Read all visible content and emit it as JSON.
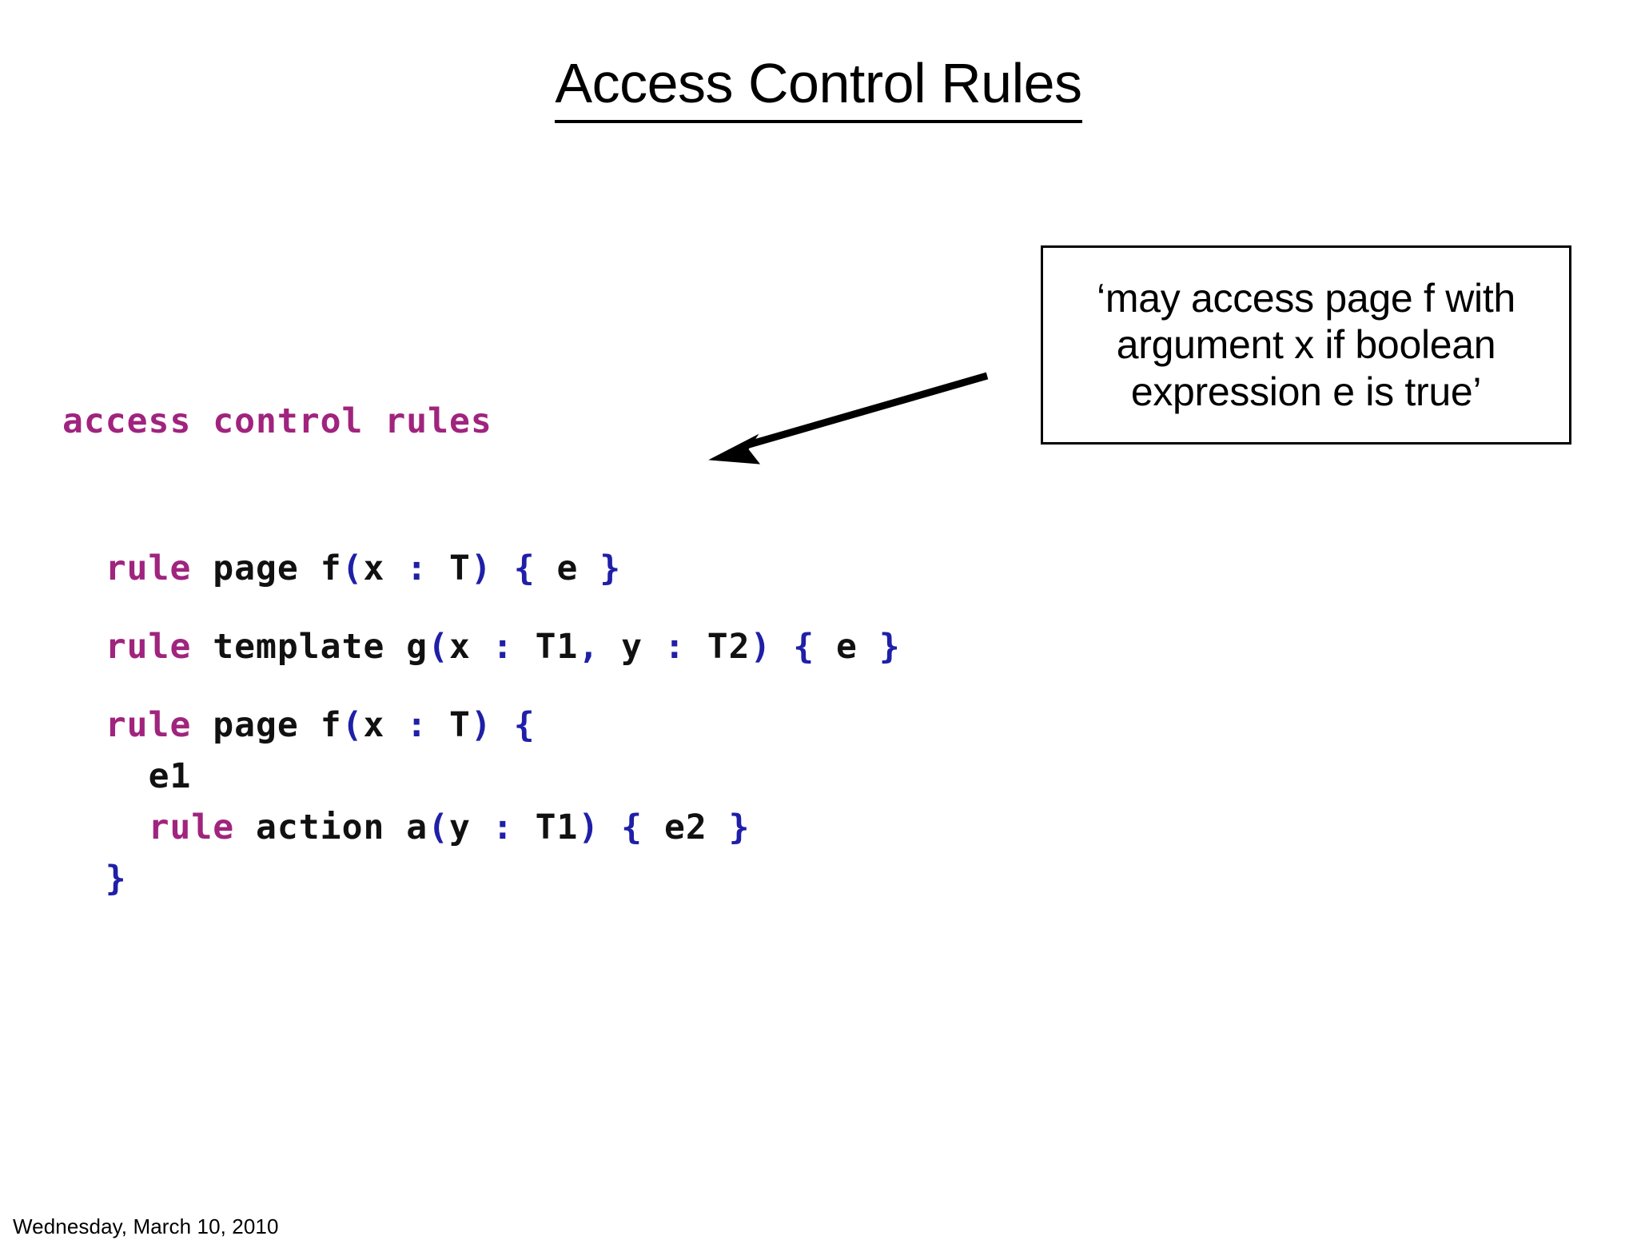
{
  "slide": {
    "title": "Access Control Rules",
    "footer_date": "Wednesday, March 10, 2010"
  },
  "code": {
    "header": "access control rules",
    "lines": [
      {
        "id": "rule-page-simple",
        "indent": 1,
        "tokens": [
          {
            "text": "rule",
            "kind": "keyword"
          },
          {
            "text": " ",
            "kind": "plain"
          },
          {
            "text": "page",
            "kind": "identifier"
          },
          {
            "text": " ",
            "kind": "plain"
          },
          {
            "text": "f",
            "kind": "identifier"
          },
          {
            "text": "(",
            "kind": "punct"
          },
          {
            "text": "x",
            "kind": "identifier"
          },
          {
            "text": " ",
            "kind": "plain"
          },
          {
            "text": ":",
            "kind": "punct"
          },
          {
            "text": " ",
            "kind": "plain"
          },
          {
            "text": "T",
            "kind": "identifier"
          },
          {
            "text": ")",
            "kind": "punct"
          },
          {
            "text": " ",
            "kind": "plain"
          },
          {
            "text": "{",
            "kind": "punct"
          },
          {
            "text": " ",
            "kind": "plain"
          },
          {
            "text": "e",
            "kind": "identifier"
          },
          {
            "text": " ",
            "kind": "plain"
          },
          {
            "text": "}",
            "kind": "punct"
          }
        ],
        "plain": "rule page f(x : T) { e }"
      },
      {
        "id": "rule-template",
        "indent": 1,
        "tokens": [
          {
            "text": "rule",
            "kind": "keyword"
          },
          {
            "text": " ",
            "kind": "plain"
          },
          {
            "text": "template",
            "kind": "identifier"
          },
          {
            "text": " ",
            "kind": "plain"
          },
          {
            "text": "g",
            "kind": "identifier"
          },
          {
            "text": "(",
            "kind": "punct"
          },
          {
            "text": "x",
            "kind": "identifier"
          },
          {
            "text": " ",
            "kind": "plain"
          },
          {
            "text": ":",
            "kind": "punct"
          },
          {
            "text": " ",
            "kind": "plain"
          },
          {
            "text": "T1",
            "kind": "identifier"
          },
          {
            "text": ",",
            "kind": "punct"
          },
          {
            "text": " ",
            "kind": "plain"
          },
          {
            "text": "y",
            "kind": "identifier"
          },
          {
            "text": " ",
            "kind": "plain"
          },
          {
            "text": ":",
            "kind": "punct"
          },
          {
            "text": " ",
            "kind": "plain"
          },
          {
            "text": "T2",
            "kind": "identifier"
          },
          {
            "text": ")",
            "kind": "punct"
          },
          {
            "text": " ",
            "kind": "plain"
          },
          {
            "text": "{",
            "kind": "punct"
          },
          {
            "text": " ",
            "kind": "plain"
          },
          {
            "text": "e",
            "kind": "identifier"
          },
          {
            "text": " ",
            "kind": "plain"
          },
          {
            "text": "}",
            "kind": "punct"
          }
        ],
        "plain": "rule template g(x : T1, y : T2) { e }"
      },
      {
        "id": "rule-page-nested-open",
        "indent": 1,
        "tokens": [
          {
            "text": "rule",
            "kind": "keyword"
          },
          {
            "text": " ",
            "kind": "plain"
          },
          {
            "text": "page",
            "kind": "identifier"
          },
          {
            "text": " ",
            "kind": "plain"
          },
          {
            "text": "f",
            "kind": "identifier"
          },
          {
            "text": "(",
            "kind": "punct"
          },
          {
            "text": "x",
            "kind": "identifier"
          },
          {
            "text": " ",
            "kind": "plain"
          },
          {
            "text": ":",
            "kind": "punct"
          },
          {
            "text": " ",
            "kind": "plain"
          },
          {
            "text": "T",
            "kind": "identifier"
          },
          {
            "text": ")",
            "kind": "punct"
          },
          {
            "text": " ",
            "kind": "plain"
          },
          {
            "text": "{",
            "kind": "punct"
          }
        ],
        "plain": "rule page f(x : T) {"
      },
      {
        "id": "expr-e1",
        "indent": 2,
        "tokens": [
          {
            "text": "e1",
            "kind": "identifier"
          }
        ],
        "plain": "e1"
      },
      {
        "id": "rule-action",
        "indent": 2,
        "tokens": [
          {
            "text": "rule",
            "kind": "keyword"
          },
          {
            "text": " ",
            "kind": "plain"
          },
          {
            "text": "action",
            "kind": "identifier"
          },
          {
            "text": " ",
            "kind": "plain"
          },
          {
            "text": "a",
            "kind": "identifier"
          },
          {
            "text": "(",
            "kind": "punct"
          },
          {
            "text": "y",
            "kind": "identifier"
          },
          {
            "text": " ",
            "kind": "plain"
          },
          {
            "text": ":",
            "kind": "punct"
          },
          {
            "text": " ",
            "kind": "plain"
          },
          {
            "text": "T1",
            "kind": "identifier"
          },
          {
            "text": ")",
            "kind": "punct"
          },
          {
            "text": " ",
            "kind": "plain"
          },
          {
            "text": "{",
            "kind": "punct"
          },
          {
            "text": " ",
            "kind": "plain"
          },
          {
            "text": "e2",
            "kind": "identifier"
          },
          {
            "text": " ",
            "kind": "plain"
          },
          {
            "text": "}",
            "kind": "punct"
          }
        ],
        "plain": "rule action a(y : T1) { e2 }"
      },
      {
        "id": "rule-page-nested-close",
        "indent": 1,
        "tokens": [
          {
            "text": "}",
            "kind": "punct"
          }
        ],
        "plain": "}"
      }
    ]
  },
  "callout": {
    "text": "‘may access page f with argument x if boolean expression e is true’"
  },
  "annotation": {
    "arrow_label": "arrow-pointing-to-rule-page-line"
  },
  "colors": {
    "keyword": "#a0247e",
    "identifier": "#111111",
    "punctuation": "#1f1fa8",
    "title": "#000000",
    "background": "#ffffff",
    "callout_border": "#000000"
  }
}
